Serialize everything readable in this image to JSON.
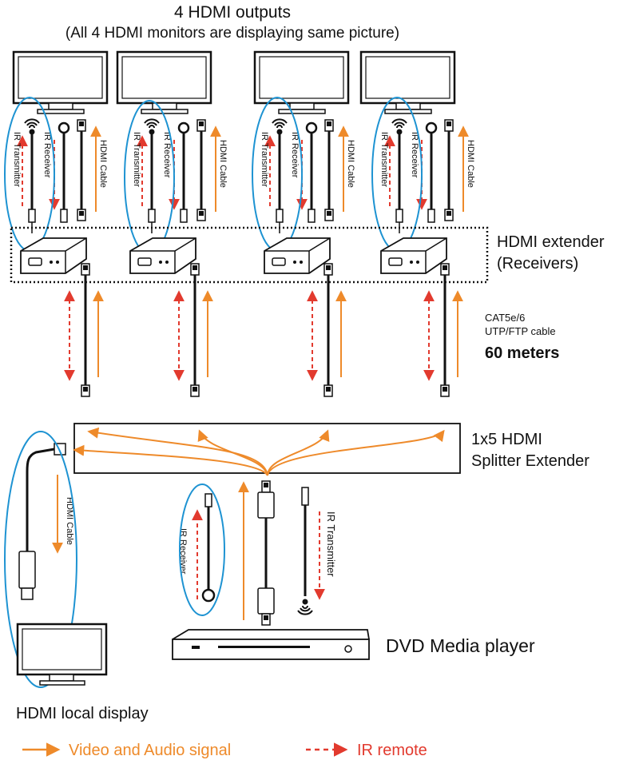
{
  "title": {
    "line1": "4 HDMI outputs",
    "line2": "(All 4 HDMI monitors are displaying same picture)"
  },
  "cable_labels": {
    "ir_transmitter": "IR Transmitter",
    "ir_receiver": "IR Receiver",
    "hdmi_cable": "HDMI Cable"
  },
  "receivers": {
    "line1": "HDMI extender",
    "line2": "(Receivers)"
  },
  "cat_cable": {
    "line1": "CAT5e/6",
    "line2": "UTP/FTP cable",
    "distance": "60 meters"
  },
  "splitter": {
    "line1": "1x5 HDMI",
    "line2": "Splitter Extender"
  },
  "dvd": "DVD Media player",
  "local_display": "HDMI local display",
  "legend": {
    "video": "Video and Audio signal",
    "ir": "IR remote"
  },
  "colors": {
    "video_signal": "#ee8a2a",
    "ir_remote": "#e23a2e",
    "highlight_ellipse": "#1e93d2",
    "line": "#111111"
  }
}
